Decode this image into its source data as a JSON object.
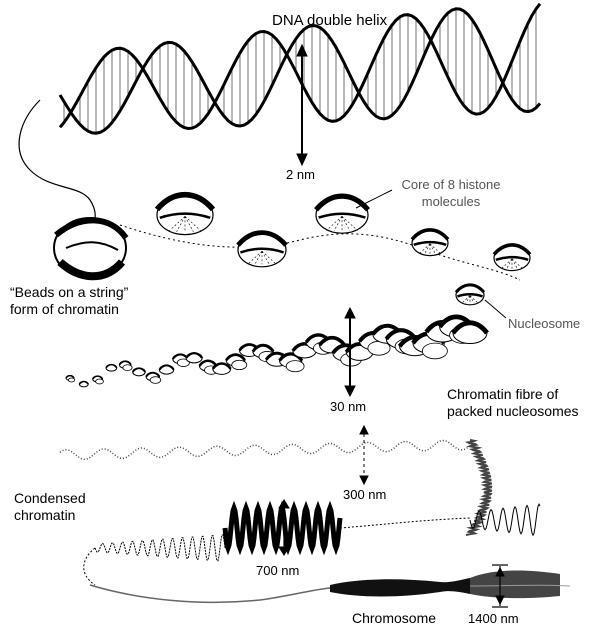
{
  "labels": {
    "dna_title": "DNA double helix",
    "dna_width": "2 nm",
    "core_line1": "Core of 8 histone",
    "core_line2": "molecules",
    "beads_line1": "“Beads on a string”",
    "beads_line2": "form of chromatin",
    "nucleosome": "Nucleosome",
    "fibre_line1": "Chromatin fibre of",
    "fibre_line2": "packed nucleosomes",
    "fibre_width": "30 nm",
    "condensed_line1": "Condensed",
    "condensed_line2": "chromatin",
    "condensed_width": "300 nm",
    "coil_width": "700 nm",
    "chromosome": "Chromosome",
    "chromosome_width": "1400 nm"
  },
  "colors": {
    "ink": "#000000",
    "light_ink": "#555555",
    "background": "#ffffff"
  }
}
